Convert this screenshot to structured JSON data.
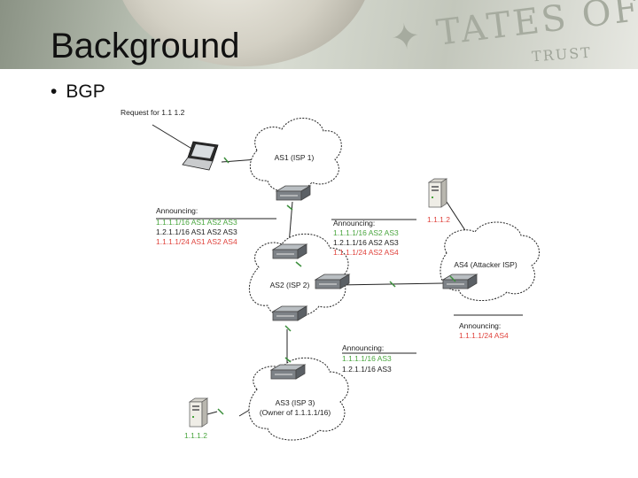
{
  "slide": {
    "title": "Background",
    "bullet": "BGP"
  },
  "diagram": {
    "request_label": "Request for 1.1 1.2",
    "clouds": {
      "as1": "AS1 (ISP 1)",
      "as2": "AS2 (ISP 2)",
      "as4": "AS4 (Attacker ISP)",
      "as3_line1": "AS3 (ISP 3)",
      "as3_line2": "(Owner of 1.1.1.1/16)"
    },
    "server_top_ip": "1.1.1.2",
    "server_bottom_ip": "1.1.1.2",
    "announce_left": {
      "heading": "Announcing:",
      "line1": "1.1.1.1/16 AS1 AS2 AS3",
      "line2": "1.2.1.1/16 AS1 AS2 AS3",
      "line3": "1.1.1.1/24 AS1 AS2 AS4"
    },
    "announce_mid": {
      "heading": "Announcing:",
      "line1": "1.1.1.1/16 AS2 AS3",
      "line2": "1.2.1.1/16 AS2 AS3",
      "line3": "1.1.1.1/24 AS2 AS4"
    },
    "announce_as4": {
      "heading": "Announcing:",
      "line1": "1.1.1.1/24 AS4"
    },
    "announce_as3": {
      "heading": "Announcing:",
      "line1": "1.1.1.1/16 AS3",
      "line2": "1.2.1.1/16 AS3"
    },
    "colors": {
      "good_route": "#4aa63f",
      "bad_route": "#e0443e",
      "router": "#6f7478",
      "link_end": "#3c8f3c"
    }
  }
}
